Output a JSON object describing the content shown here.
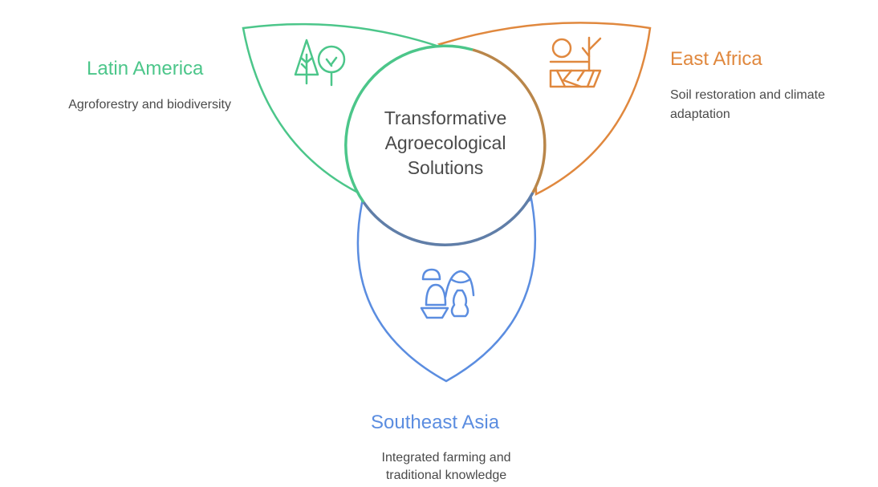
{
  "center": {
    "lines": [
      "Transformative",
      "Agroecological",
      "Solutions"
    ]
  },
  "regions": {
    "latin_america": {
      "title": "Latin America",
      "description": "Agroforestry and biodiversity",
      "color": "#4cc68a",
      "icon": "trees-icon"
    },
    "east_africa": {
      "title": "East Africa",
      "description_lines": [
        "Soil restoration and climate",
        "adaptation"
      ],
      "color": "#e0883e",
      "icon": "sun-dry-soil-icon"
    },
    "southeast_asia": {
      "title": "Southeast Asia",
      "description_lines": [
        "Integrated farming and",
        "traditional knowledge"
      ],
      "color": "#5b8de0",
      "icon": "rice-terraces-icon"
    }
  },
  "center_ring_color": "#555555"
}
